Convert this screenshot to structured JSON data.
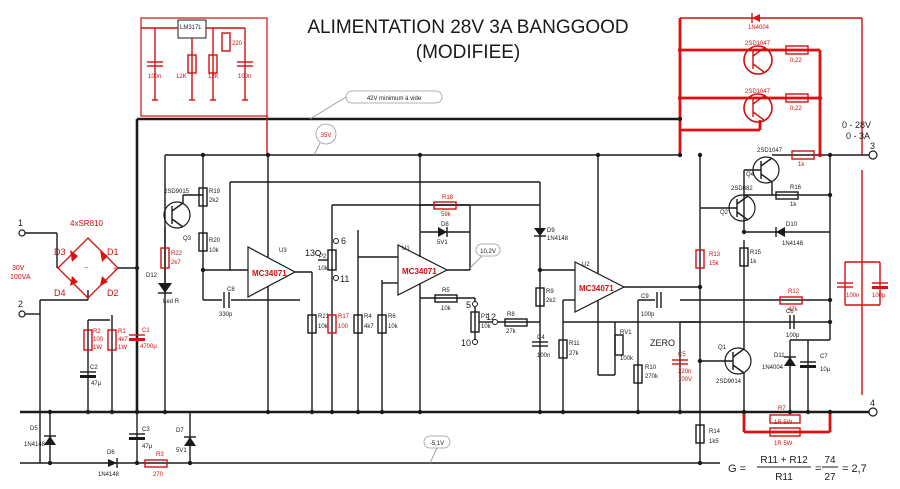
{
  "title": {
    "line1": "ALIMENTATION 28V 3A BANGGOOD",
    "line2": "(MODIFIEE)"
  },
  "annotations": {
    "v42": "42V minimum à vide",
    "v35": "35V",
    "v10": "10,2V",
    "vneg": "-5,1V",
    "zero": "ZERO",
    "input_v": "30V",
    "input_va": "100VA",
    "bridge": "4xSR810",
    "output_v": "0 - 28V",
    "output_a": "0 - 3A"
  },
  "terminals": {
    "t1": "1",
    "t2": "2",
    "t3": "3",
    "t4": "4"
  },
  "pot_pins": {
    "p13": "13",
    "p6": "6",
    "p11": "11",
    "p12": "12",
    "p5": "5",
    "p10": "10",
    "p1": "1"
  },
  "formula": {
    "lhs": "G =",
    "num": "R11 + R12",
    "den": "R11",
    "eq1": "=",
    "n2": "74",
    "d2": "27",
    "eq2": "= 2,7"
  },
  "ics": {
    "u1": "U1",
    "u2": "U2",
    "u3": "U3",
    "lm": "LM317L",
    "chip": "MC34071"
  },
  "components": {
    "d1": "D1",
    "d2": "D2",
    "d3": "D3",
    "d4": "D4",
    "r1": "R1",
    "r1v": "4k7",
    "r1w": "1W",
    "r2": "R2",
    "r2v": "100",
    "r2w": "1W",
    "c1": "C1",
    "c1v": "4700µ",
    "c2": "C2",
    "c2v": "47µ",
    "c3": "C3",
    "c3v": "47µ",
    "d5": "D5",
    "d5v": "1N4148",
    "d6": "D6",
    "d6v": "1N4148",
    "r3": "R3",
    "r3v": "270",
    "d7": "D7",
    "d7v": "5V1",
    "q3": "Q3",
    "q3v": "2SD9015",
    "r22": "R22",
    "r22v": "2k7",
    "d12": "D12",
    "d12v": "Led R",
    "r19": "R19",
    "r19v": "2k2",
    "r20": "R20",
    "r20v": "10k",
    "c8": "C8",
    "c8v": "330p",
    "r21": "R21",
    "r21v": "10k",
    "r17": "R17",
    "r17v": "100",
    "p2": "P2",
    "p2v": "10k",
    "r4": "R4",
    "r4v": "4k7",
    "r6": "R6",
    "r6v": "10k",
    "r18": "R18",
    "r18v": "59k",
    "d8": "D8",
    "d8v": "5V1",
    "r5": "R5",
    "r5v": "10k",
    "p1": "P1",
    "p1v": "10k",
    "r8": "R8",
    "r8v": "27k",
    "d9": "D9",
    "d9v": "1N4148",
    "r9": "R9",
    "r9v": "2k2",
    "c4": "C4",
    "c4v": "100n",
    "r11": "R11",
    "r11v": "27k",
    "rv1": "RV1",
    "rv1v": "100k",
    "r10": "R10",
    "r10v": "270k",
    "c5": "C5",
    "c5v": "220n",
    "c5v2": "100V",
    "c9": "C9",
    "c9v": "100p",
    "r12": "R12",
    "r12v": "47k",
    "c6": "C6",
    "c6v": "100p",
    "r13": "R13",
    "r13v": "15k",
    "r14": "R14",
    "r14v": "1k5",
    "r15": "R15",
    "r15v": "1k",
    "r16": "R16",
    "r16v": "1k",
    "d10": "D10",
    "d10v": "1N4148",
    "d11": "D11",
    "d11v": "1N4004",
    "c7": "C7",
    "c7v": "10µ",
    "q1": "Q1",
    "q1v": "2SD9014",
    "q2": "Q2",
    "q2v": "2SD882",
    "q4": "Q4",
    "q4v": "2SD1047",
    "q4r": "1k",
    "qpar": "2SD1047",
    "rpar": "0,22",
    "dpar": "1N4004",
    "r7": "R7",
    "r7v": "1R 5W",
    "cout1": "100n",
    "cout2": "100µ",
    "lm_r1": "220",
    "lm_r2": "12K",
    "lm_r3": "12K",
    "lm_c1": "100n",
    "lm_c2": "100n"
  }
}
